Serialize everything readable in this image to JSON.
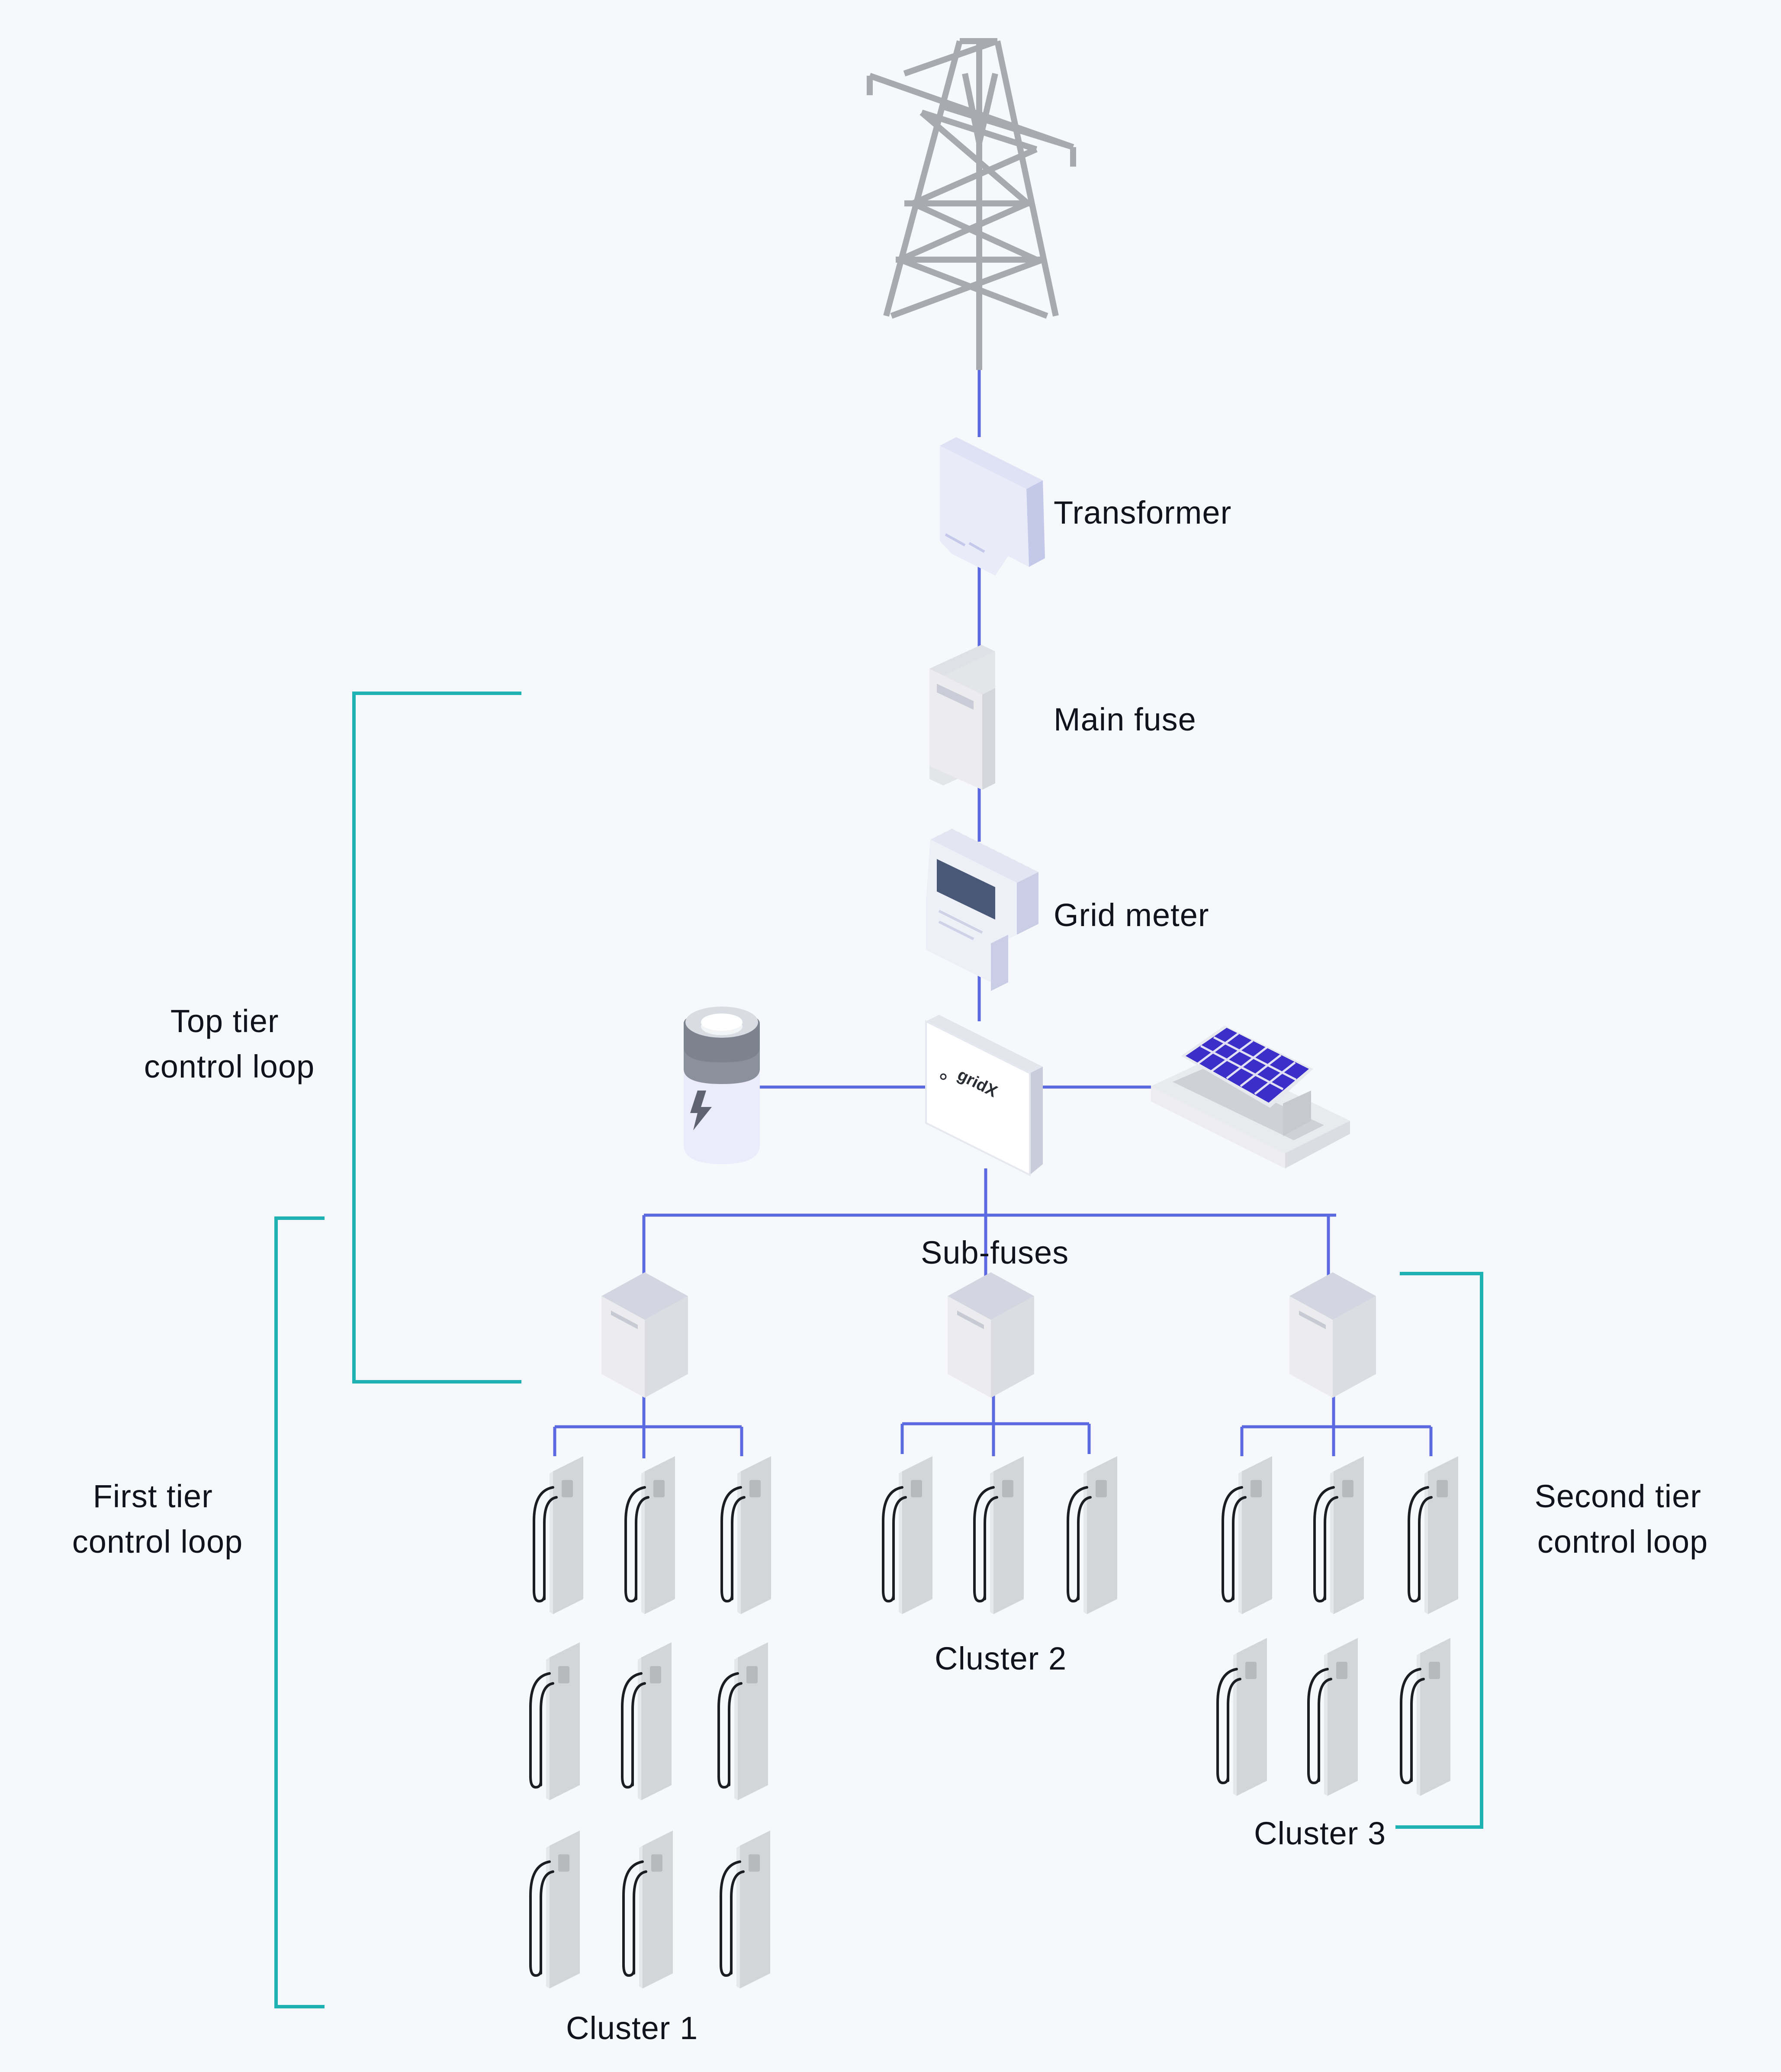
{
  "labels": {
    "transformer": "Transformer",
    "main_fuse": "Main fuse",
    "grid_meter": "Grid meter",
    "controller_brand": "gridX",
    "sub_fuses": "Sub-fuses",
    "cluster_1": "Cluster 1",
    "cluster_2": "Cluster 2",
    "cluster_3": "Cluster 3"
  },
  "loops": {
    "top_tier": [
      "Top tier",
      "control loop"
    ],
    "first_tier": [
      "First tier",
      "control loop"
    ],
    "second_tier": [
      "Second tier",
      "control loop"
    ]
  },
  "clusters": [
    {
      "name": "Cluster 1",
      "chargers": 9
    },
    {
      "name": "Cluster 2",
      "chargers": 3
    },
    {
      "name": "Cluster 3",
      "chargers": 6
    }
  ],
  "colors": {
    "wire": "#5b6ae0",
    "loop_bracket": "#1fb2b2",
    "background": "#f7f8fc",
    "pylon": "#a7abaf",
    "solar_cell": "#3b2fc9"
  },
  "icons": [
    "pylon-icon",
    "transformer-icon",
    "main-fuse-icon",
    "grid-meter-icon",
    "gridx-controller-icon",
    "battery-icon",
    "solar-panel-icon",
    "sub-fuse-icon",
    "ev-charger-icon"
  ]
}
